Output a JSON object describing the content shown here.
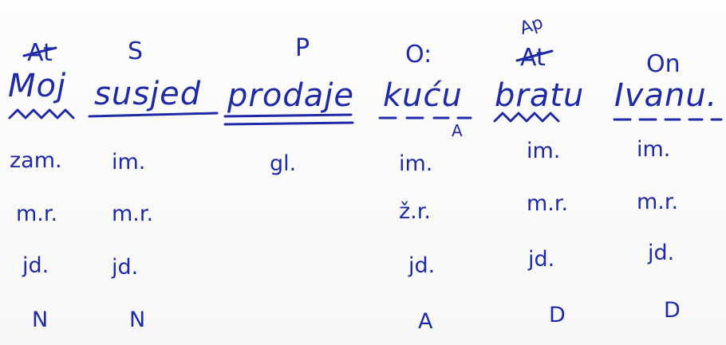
{
  "ink_color": "#1f2aa6",
  "columns": [
    {
      "role": "At",
      "word": "Moj",
      "underline": "wavy",
      "attributes": [
        "zam.",
        "m.r.",
        "jd.",
        "N"
      ]
    },
    {
      "role": "S",
      "word": "susjed",
      "underline": "single",
      "attributes": [
        "im.",
        "m.r.",
        "jd.",
        "N"
      ]
    },
    {
      "role": "P",
      "word": "prodaje",
      "underline": "double",
      "attributes": [
        "gl."
      ]
    },
    {
      "role": "O:",
      "word": "kuću",
      "underline": "dashed",
      "case_mark": "A",
      "attributes": [
        "im.",
        "ž.r.",
        "jd.",
        "A"
      ]
    },
    {
      "role": "At",
      "annotation": "Ap",
      "word": "bratu",
      "underline": "wavy",
      "attributes": [
        "im.",
        "m.r.",
        "jd.",
        "D"
      ]
    },
    {
      "role": "On",
      "word": "Ivanu.",
      "underline": "dashed",
      "attributes": [
        "im.",
        "m.r.",
        "jd.",
        "D"
      ]
    }
  ]
}
